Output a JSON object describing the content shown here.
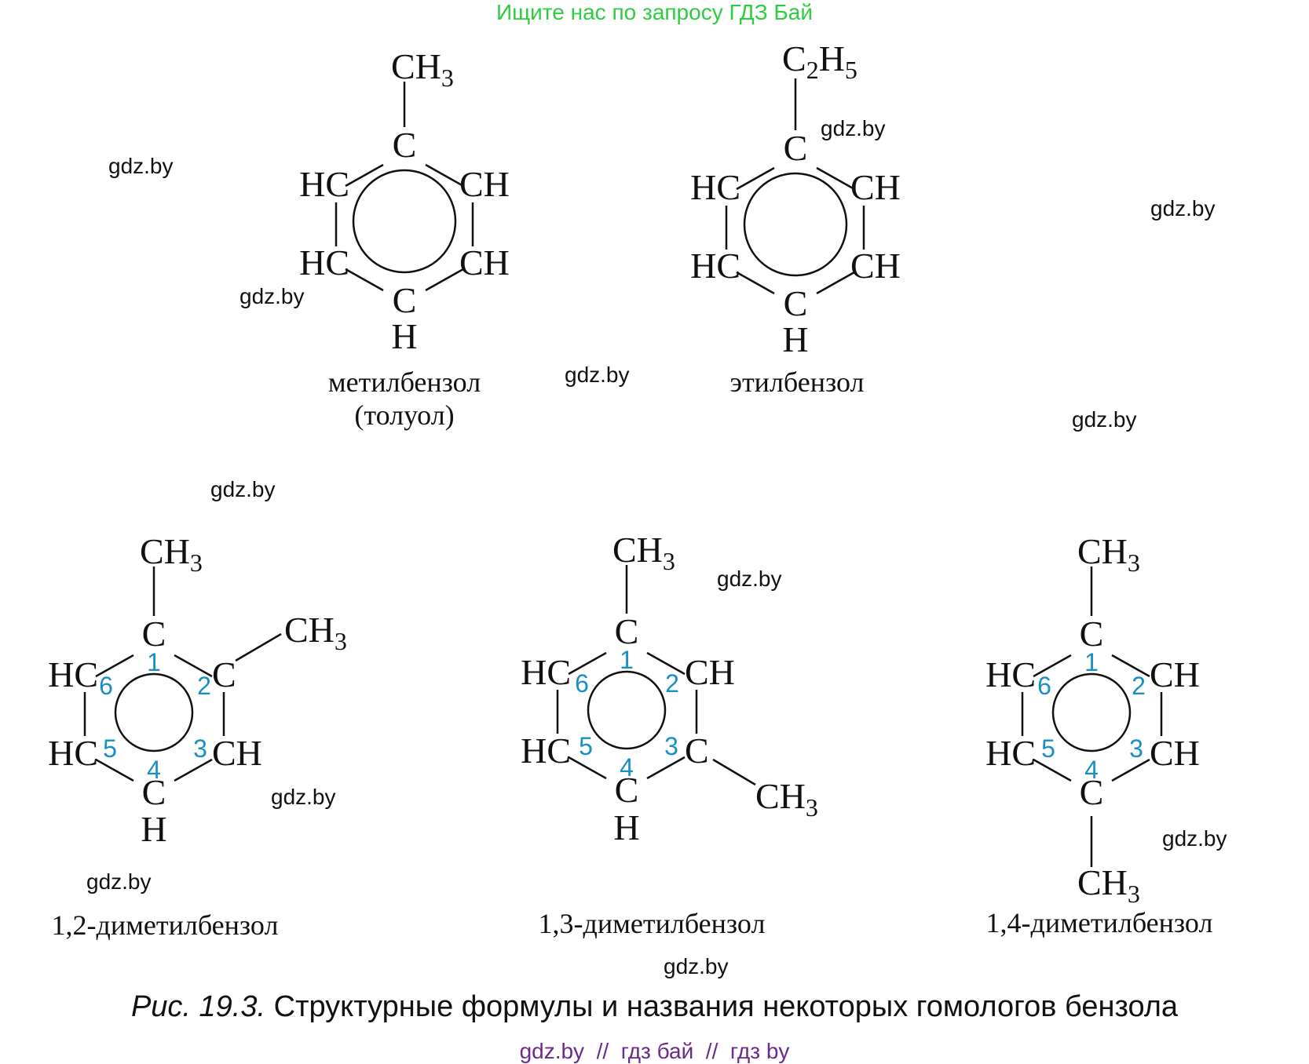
{
  "header": {
    "banner": "Ищите нас по запросу ГДЗ Бай"
  },
  "watermark": "gdz.by",
  "atoms": {
    "HC": "HC",
    "CH": "CH",
    "C": "C",
    "H": "H",
    "CH3": "CH",
    "C2H5_a": "C",
    "C2H5_b": "H",
    "sub3": "3",
    "sub2": "2",
    "sub5": "5"
  },
  "locants": [
    "1",
    "2",
    "3",
    "4",
    "5",
    "6"
  ],
  "compounds": [
    {
      "name": "метилбензол",
      "alt_name": "(толуол)"
    },
    {
      "name": "этилбензол"
    },
    {
      "name": "1,2-диметилбензол"
    },
    {
      "name": "1,3-диметилбензол"
    },
    {
      "name": "1,4-диметилбензол"
    }
  ],
  "caption": {
    "figure": "Рис. 19.3.",
    "text": "Структурные формулы и названия некоторых гомологов бензола"
  },
  "footer": "gdz.by  //  гдз бай  //  гдз by",
  "colors": {
    "banner": "#2ecc40",
    "locant": "#1a8fc4",
    "footer": "#6a2c8c"
  }
}
